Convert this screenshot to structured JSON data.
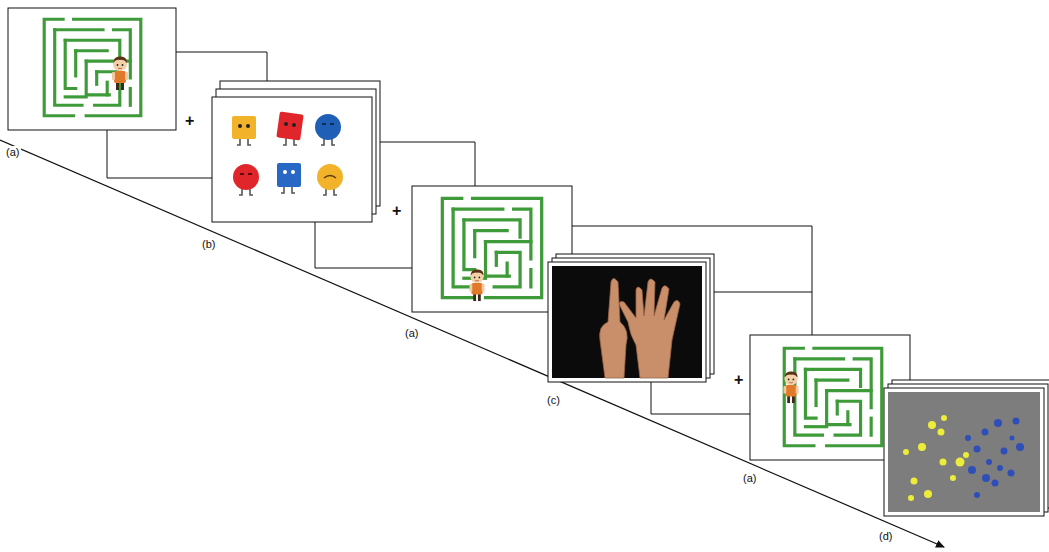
{
  "diagram": {
    "labels": [
      "(a)",
      "+",
      "(b)",
      "+",
      "(a)",
      "(c)",
      "+",
      "(a)",
      "(d)"
    ]
  }
}
